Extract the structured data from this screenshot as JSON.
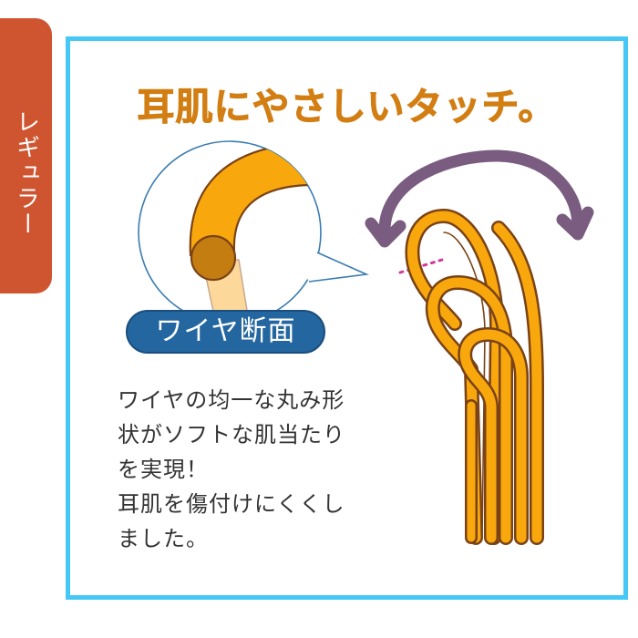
{
  "side_tab": {
    "label": "レギュラー",
    "color": "#cf5530"
  },
  "panel": {
    "border_color": "#45c8f6",
    "headline": "耳肌にやさしいタッチ。",
    "headline_color": "#d27e12",
    "badge": {
      "label": "ワイヤ断面",
      "color": "#2466a0"
    },
    "description": {
      "lines": [
        "ワイヤの均一な丸み形",
        "状がソフトな肌当たり",
        "を実現！",
        "耳肌を傷付けにくくし",
        "ました。"
      ]
    },
    "illustration": {
      "icons": [
        "wire-cross-section-bubble",
        "double-headed-curved-arrow",
        "clip-wire-diagram"
      ],
      "wire_color": "#f8a80c",
      "wire_outline_color": "#8a4a1a",
      "arrow_color": "#7a5c80",
      "marker_color": "#d0389a"
    }
  }
}
